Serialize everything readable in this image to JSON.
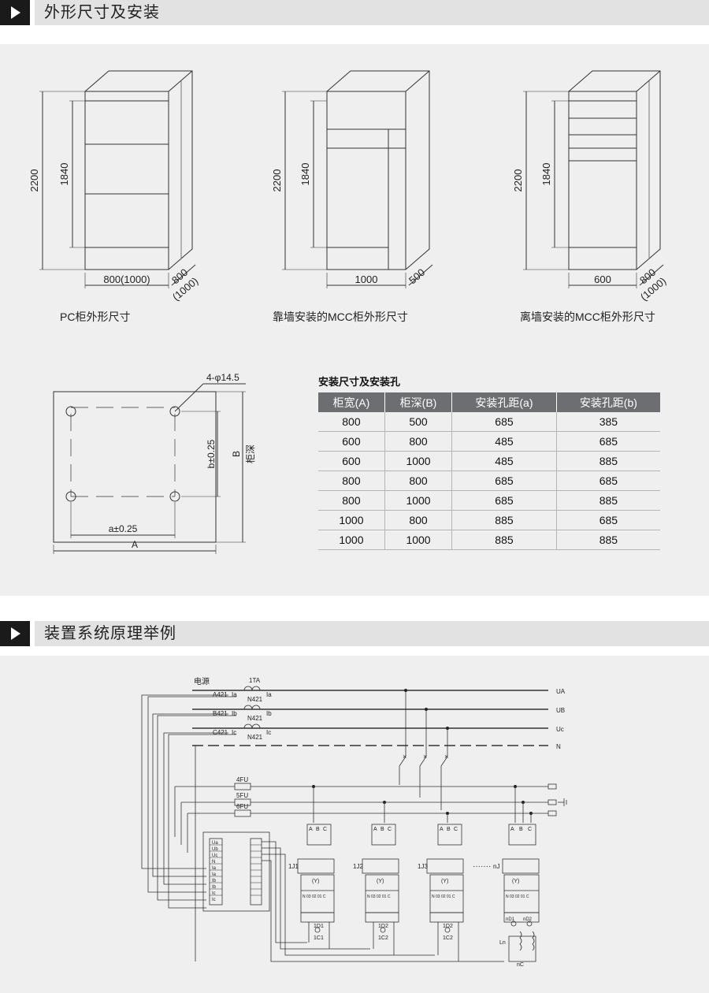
{
  "section1": {
    "title": "外形尺寸及安装"
  },
  "section2": {
    "title": "装置系统原理举例"
  },
  "cabinets": [
    {
      "caption": "PC柜外形尺寸",
      "height_total": "2200",
      "height_door": "1840",
      "width": "800(1000)",
      "depth": "800",
      "depth_alt": "(1000)"
    },
    {
      "caption": "靠墙安装的MCC柜外形尺寸",
      "height_total": "2200",
      "height_door": "1840",
      "width": "1000",
      "depth": "500",
      "depth_alt": ""
    },
    {
      "caption": "离墙安装的MCC柜外形尺寸",
      "height_total": "2200",
      "height_door": "1840",
      "width": "600",
      "depth": "800",
      "depth_alt": "(1000)"
    }
  ],
  "mount_drawing": {
    "hole_label": "4-φ14.5",
    "dim_b": "b±0.25",
    "dim_B": "B",
    "depth_label": "柜深",
    "dim_a": "a±0.25",
    "dim_A": "A"
  },
  "mount_table": {
    "title": "安装尺寸及安装孔",
    "headers": [
      "柜宽(A)",
      "柜深(B)",
      "安装孔距(a)",
      "安装孔距(b)"
    ],
    "rows": [
      [
        "800",
        "500",
        "685",
        "385"
      ],
      [
        "600",
        "800",
        "485",
        "685"
      ],
      [
        "600",
        "1000",
        "485",
        "885"
      ],
      [
        "800",
        "800",
        "685",
        "685"
      ],
      [
        "800",
        "1000",
        "685",
        "885"
      ],
      [
        "1000",
        "800",
        "885",
        "685"
      ],
      [
        "1000",
        "1000",
        "885",
        "885"
      ]
    ]
  },
  "schematic": {
    "power_label": "电源",
    "ct_label": "1TA",
    "phase_rows": [
      {
        "left": "A421",
        "ct_in": "Ia",
        "n": "N421",
        "out": "Ia"
      },
      {
        "left": "B421",
        "ct_in": "Ib",
        "n": "N421",
        "out": "Ib"
      },
      {
        "left": "C421",
        "ct_in": "Ic",
        "n": "N421",
        "out": "Ic"
      }
    ],
    "bus_labels": [
      "UA",
      "UB",
      "Uc",
      "N"
    ],
    "fuses": [
      "4FU",
      "5FU",
      "6FU"
    ],
    "meter_terminals": [
      "Ua",
      "Ub",
      "Uc",
      "N",
      "Ia",
      "Ia",
      "Ib",
      "Ib",
      "Ic",
      "Ic"
    ],
    "abc": [
      "A",
      "B",
      "C"
    ],
    "units": [
      {
        "id": "1J1",
        "indicator": "1D1",
        "contact": "1C1"
      },
      {
        "id": "1J2",
        "indicator": "1D2",
        "contact": "1C2"
      },
      {
        "id": "1J3",
        "indicator": "1D2",
        "contact": "1C2"
      },
      {
        "id": "nJ",
        "indicator": "nD1",
        "indicator2": "nD2",
        "contact": "nC",
        "coil": "Ln"
      }
    ],
    "unit_y": "(Y)",
    "unit_terms": "N 03 02 01 C",
    "dots": "·······"
  }
}
